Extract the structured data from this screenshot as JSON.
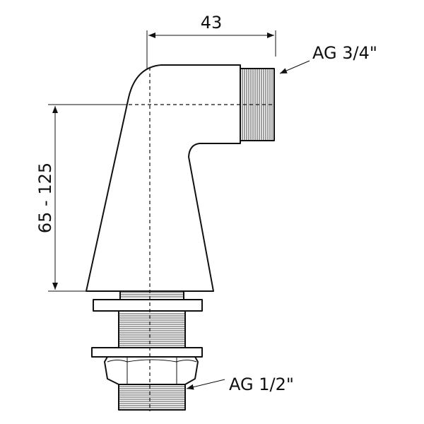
{
  "dimensions": {
    "width_label": "43",
    "height_label": "65 - 125"
  },
  "callouts": {
    "top_thread": "AG 3/4\"",
    "bottom_thread": "AG 1/2\""
  },
  "colors": {
    "line": "#111111",
    "background": "#ffffff"
  }
}
